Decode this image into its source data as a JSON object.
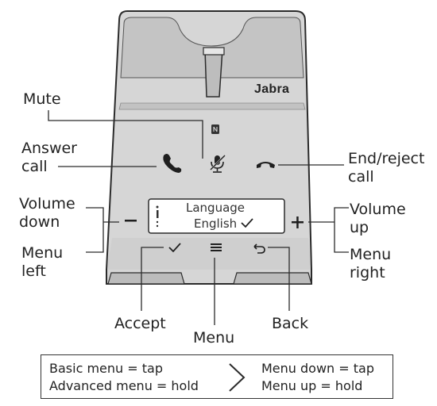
{
  "device": {
    "brand": "Jabra",
    "display": {
      "line1": "Language",
      "line2": "English"
    },
    "icons": [
      "nfc-icon",
      "answer-call-icon",
      "mute-icon",
      "end-call-icon",
      "volume-down-icon",
      "volume-up-icon",
      "accept-icon",
      "menu-icon",
      "back-icon",
      "scroll-indicator-icon"
    ]
  },
  "labels": {
    "mute": "Mute",
    "answer_1": "Answer",
    "answer_2": "call",
    "end_1": "End/reject",
    "end_2": "call",
    "voldown_1": "Volume",
    "voldown_2": "down",
    "volup_1": "Volume",
    "volup_2": "up",
    "menuleft_1": "Menu",
    "menuleft_2": "left",
    "menuright_1": "Menu",
    "menuright_2": "right",
    "accept": "Accept",
    "menu": "Menu",
    "back": "Back"
  },
  "legend": {
    "basic": "Basic menu = tap",
    "advanced": "Advanced menu = hold",
    "down": "Menu down = tap",
    "up": "Menu up = hold"
  },
  "colors": {
    "body": "#d9d9d9",
    "body_dark": "#bdbdbd",
    "outline": "#2b2b2b",
    "lcd": "#ffffff"
  }
}
